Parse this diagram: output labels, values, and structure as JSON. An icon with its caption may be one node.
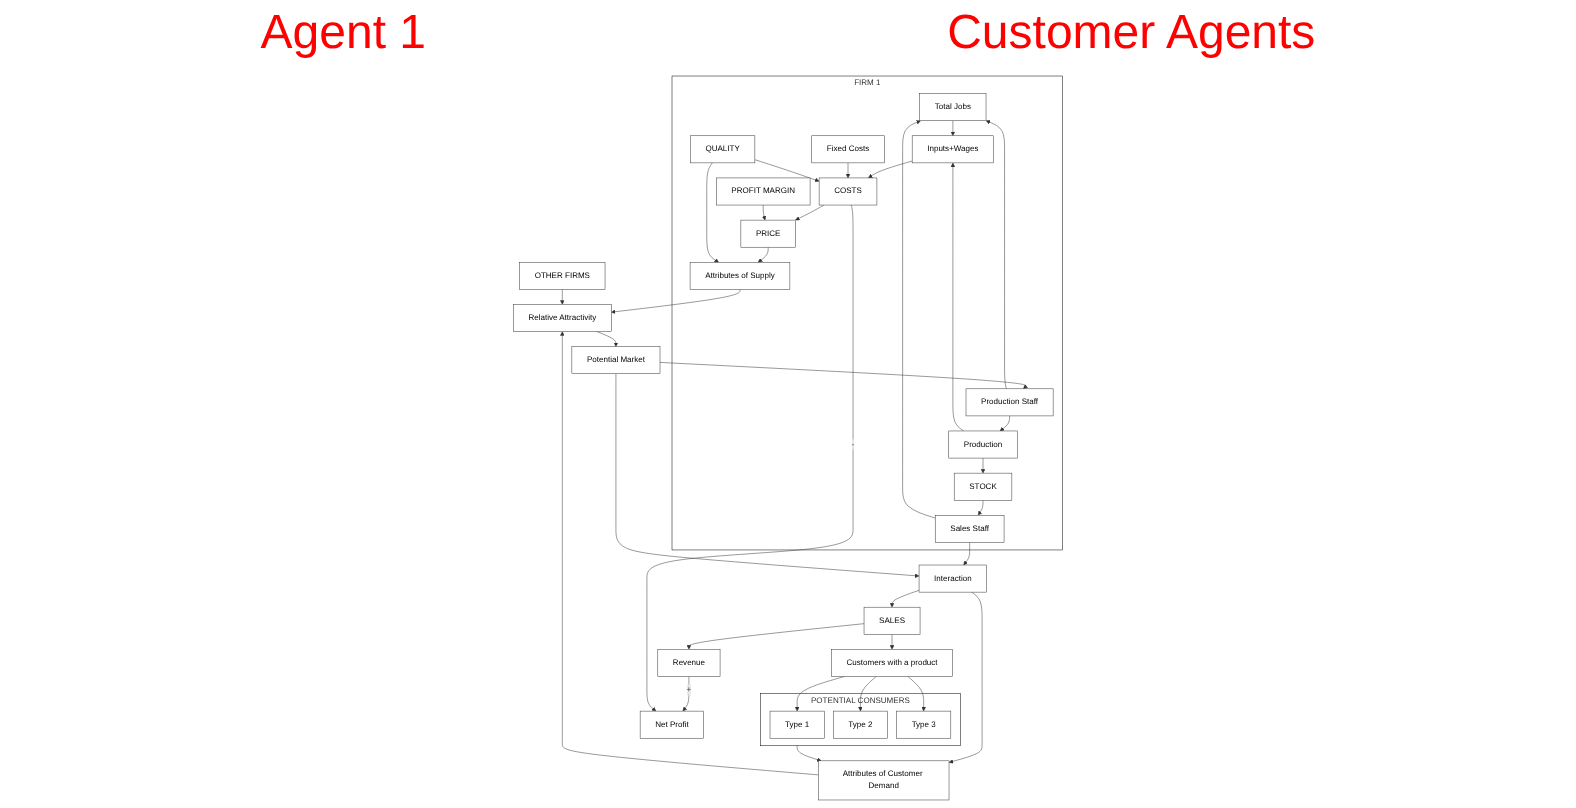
{
  "diagram": {
    "nodes": [
      {
        "text": [
          "Revenue"
        ]
      },
      {
        "text": [
          "FIRM 1"
        ]
      },
      {
        "text": [
          "Total Jobs"
        ],
        "in": 1
      },
      {
        "text": [
          "Sales Staff"
        ],
        "in": 1
      },
      {
        "text": [
          "Production Staff"
        ],
        "in": 1
      },
      {
        "text": [
          "STOCK"
        ],
        "in": 1
      },
      {
        "text": [
          "Inputs+Wages"
        ],
        "in": 1
      },
      {
        "text": [
          "Production"
        ],
        "in": 1
      },
      {
        "text": [
          "Net Profit"
        ]
      },
      {
        "text": [
          "Fixed Costs"
        ],
        "in": 1
      },
      {
        "text": [
          "COSTS"
        ],
        "in": 1
      },
      {
        "text": [
          "QUALITY"
        ],
        "in": 1
      },
      {
        "text": [
          "PRICE"
        ],
        "in": 1
      },
      {
        "text": [
          "Attributes of Supply"
        ],
        "in": 1
      },
      {
        "text": [
          "PROFIT MARGIN"
        ],
        "in": 1
      },
      {
        "text": [
          "Customers with a product"
        ]
      },
      {
        "text": [
          "SALES"
        ]
      },
      {
        "text": [
          "Interaction"
        ]
      },
      {
        "text": [
          "Potential Market"
        ]
      },
      {
        "text": [
          "Relative Attractivity"
        ]
      },
      {
        "text": [
          "Attributes of Customer Demand"
        ]
      },
      {
        "text": [
          "OTHER FIRMS"
        ]
      },
      {
        "text": [
          "POTENTIAL CONSUMERS"
        ]
      },
      {
        "text": [
          "Type 1"
        ],
        "in": 22
      },
      {
        "text": [
          "Type 2"
        ],
        "in": 22
      },
      {
        "text": [
          "Type 3"
        ],
        "in": 22
      }
    ],
    "edges": [
      {
        "from": 16,
        "to": 0,
        "arrow": "to"
      },
      {
        "from": 0,
        "to": 8,
        "arrow": "to",
        "label": "+"
      },
      {
        "from": 10,
        "to": 8,
        "arrow": "to",
        "label": "-"
      },
      {
        "from": 3,
        "to": 2,
        "arrow": "to"
      },
      {
        "from": 4,
        "to": 2,
        "arrow": "to"
      },
      {
        "from": 2,
        "to": 6,
        "arrow": "to"
      },
      {
        "from": 4,
        "to": 7,
        "arrow": "to"
      },
      {
        "from": 7,
        "to": 6,
        "arrow": "to"
      },
      {
        "from": 7,
        "to": 5,
        "arrow": "to"
      },
      {
        "from": 5,
        "to": 3,
        "arrow": "to"
      },
      {
        "from": 18,
        "to": 4,
        "arrow": "to"
      },
      {
        "from": 6,
        "to": 10,
        "arrow": "to"
      },
      {
        "from": 9,
        "to": 10,
        "arrow": "to"
      },
      {
        "from": 11,
        "to": 10,
        "arrow": "to"
      },
      {
        "from": 10,
        "to": 12,
        "arrow": "to"
      },
      {
        "from": 14,
        "to": 12,
        "arrow": "to"
      },
      {
        "from": 12,
        "to": 13,
        "arrow": "to"
      },
      {
        "from": 11,
        "to": 13,
        "arrow": "to"
      },
      {
        "from": 13,
        "to": 19,
        "arrow": "to"
      },
      {
        "from": 3,
        "to": 17,
        "arrow": "to"
      },
      {
        "from": 16,
        "to": 15,
        "arrow": "to"
      },
      {
        "from": 17,
        "to": 16,
        "arrow": "to"
      },
      {
        "from": 18,
        "to": 17,
        "arrow": "to"
      },
      {
        "from": 17,
        "to": 20,
        "arrow": "to"
      },
      {
        "from": 20,
        "to": 19,
        "arrow": "to"
      },
      {
        "from": 19,
        "to": 18,
        "arrow": "to"
      },
      {
        "from": 21,
        "to": 19,
        "arrow": "to"
      },
      {
        "from": 22,
        "to": 20,
        "arrow": "to"
      },
      {
        "from": 15,
        "to": 23,
        "arrow": "to"
      },
      {
        "from": 15,
        "to": 24,
        "arrow": "to"
      },
      {
        "from": 15,
        "to": 25,
        "arrow": "to"
      }
    ],
    "labels": [
      "Agent 1",
      "Customer Agents"
    ]
  }
}
